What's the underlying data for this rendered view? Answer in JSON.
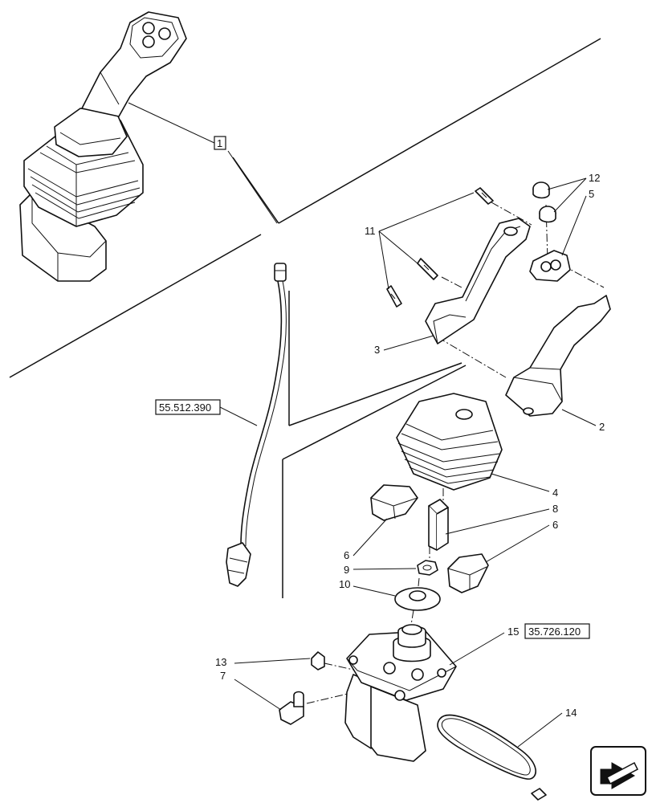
{
  "callouts": {
    "c1": "1",
    "c2": "2",
    "c3": "3",
    "c4": "4",
    "c5": "5",
    "c6a": "6",
    "c6b": "6",
    "c7": "7",
    "c8": "8",
    "c9": "9",
    "c10": "10",
    "c11": "11",
    "c12": "12",
    "c13": "13",
    "c14": "14",
    "c15": "15"
  },
  "references": {
    "harness_ref": "55.512.390",
    "valve_ref": "35.726.120"
  },
  "icons": {
    "nav": "page-turn-arrow-icon"
  }
}
